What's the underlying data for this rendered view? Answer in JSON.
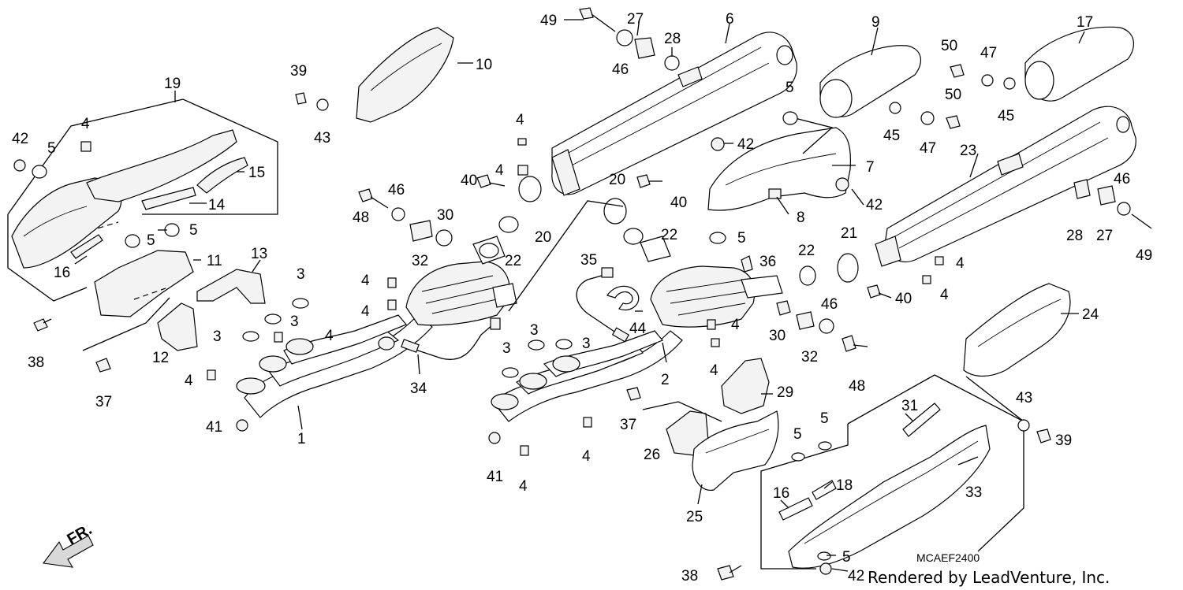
{
  "diagram_code": "MCAEF2400",
  "credit": "Rendered by LeadVenture, Inc.",
  "front_label": "FR.",
  "callouts": [
    "1",
    "2",
    "3",
    "4",
    "5",
    "6",
    "7",
    "8",
    "9",
    "10",
    "11",
    "12",
    "13",
    "14",
    "15",
    "16",
    "17",
    "18",
    "19",
    "20",
    "21",
    "22",
    "23",
    "24",
    "25",
    "26",
    "27",
    "28",
    "29",
    "30",
    "31",
    "32",
    "33",
    "34",
    "35",
    "36",
    "37",
    "38",
    "39",
    "40",
    "41",
    "42",
    "43",
    "44",
    "45",
    "46",
    "47",
    "48",
    "49",
    "50"
  ]
}
